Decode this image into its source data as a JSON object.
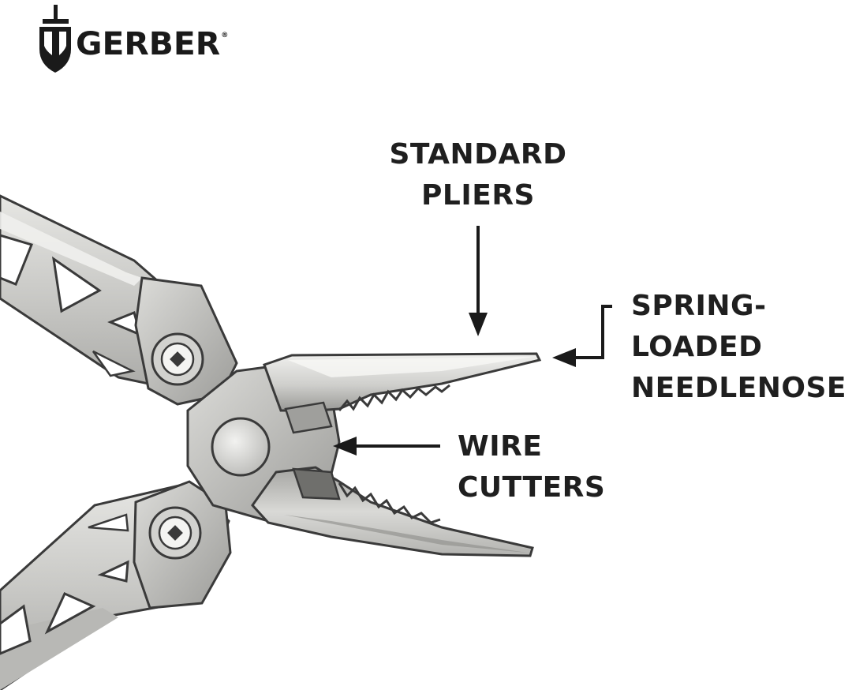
{
  "brand": {
    "name": "GERBER",
    "trademark": "®",
    "icon": "gerber-sword-shield-icon"
  },
  "callouts": {
    "standard_pliers": {
      "line1": "STANDARD",
      "line2": "PLIERS"
    },
    "needlenose": {
      "line1": "SPRING-",
      "line2": "LOADED",
      "line3": "NEEDLENOSE"
    },
    "wire_cutters": {
      "line1": "WIRE",
      "line2": "CUTTERS"
    }
  },
  "colors": {
    "text": "#1f1f1f",
    "steel_light": "#d7d7d4",
    "steel_mid": "#b9b9b6",
    "steel_dark": "#8e8e8b",
    "outline": "#3a3a3a"
  }
}
